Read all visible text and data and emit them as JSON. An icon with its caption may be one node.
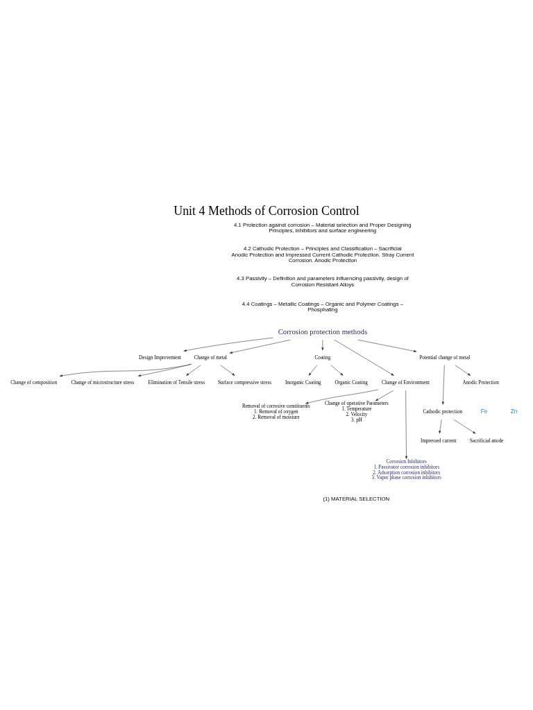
{
  "diagram": {
    "title": "Unit 4 Methods of Corrosion Control",
    "nodes": [
      {
        "text": [
          "Corrosion protection methods"
        ]
      },
      {
        "text": [
          "Design Improvement"
        ]
      },
      {
        "text": [
          "Change of metal"
        ]
      },
      {
        "text": [
          "Change of Environment"
        ]
      },
      {
        "text": [
          "Potential change of metal"
        ]
      },
      {
        "text": [
          "Coating"
        ]
      },
      {
        "text": [
          "Change of composition"
        ]
      },
      {
        "text": [
          "Change of microstructure stress"
        ]
      },
      {
        "text": [
          "Elimination of Tensile stress"
        ]
      },
      {
        "text": [
          "Surface compressive stress"
        ]
      },
      {
        "text": [
          "Anodic Protection"
        ]
      },
      {
        "text": [
          "Cathodic protection"
        ]
      },
      {
        "text": [
          "Sacrificial anode"
        ]
      },
      {
        "text": [
          "Impressed current"
        ]
      },
      {
        "text": [
          "Inorganic Coating"
        ]
      },
      {
        "text": [
          "Organic Coating"
        ]
      },
      {
        "text": [
          "Removal of corrosive constituents",
          "1. Removal of oxygen",
          "2. Removal of moisture"
        ]
      },
      {
        "text": [
          "Corrosion Inhibitors",
          "1. Passivator corrosion inhibitors",
          "2. Adsorption corrosion inhibitors",
          "3. Vapor phase corrosion inhibitors"
        ]
      },
      {
        "text": [
          "Change of operative Parameters",
          "1. Temperature",
          "2. Velocity",
          "3. pH"
        ]
      }
    ],
    "edges": [
      {
        "from": 0,
        "to": 1,
        "arrow": "to"
      },
      {
        "from": 0,
        "to": 2,
        "arrow": "to"
      },
      {
        "from": 0,
        "to": 3,
        "arrow": "to"
      },
      {
        "from": 0,
        "to": 4,
        "arrow": "to"
      },
      {
        "from": 0,
        "to": 5,
        "arrow": "to"
      },
      {
        "from": 2,
        "to": 6,
        "arrow": "to"
      },
      {
        "from": 2,
        "to": 7,
        "arrow": "to"
      },
      {
        "from": 2,
        "to": 8,
        "arrow": "to"
      },
      {
        "from": 2,
        "to": 9,
        "arrow": "to"
      },
      {
        "from": 4,
        "to": 10,
        "arrow": "to"
      },
      {
        "from": 4,
        "to": 11,
        "arrow": "to"
      },
      {
        "from": 11,
        "to": 12,
        "arrow": "to"
      },
      {
        "from": 11,
        "to": 13,
        "arrow": "to"
      },
      {
        "from": 5,
        "to": 14,
        "arrow": "to"
      },
      {
        "from": 5,
        "to": 15,
        "arrow": "to"
      },
      {
        "from": 3,
        "to": 16,
        "arrow": "to"
      },
      {
        "from": 3,
        "to": 17,
        "arrow": "to"
      },
      {
        "from": 3,
        "to": 18,
        "arrow": "to"
      }
    ],
    "labels": [
      "4.1 Protection against corrosion – Material selection and Proper Designing Principles, inhibitors and surface engineering",
      "4.2 Cathodic Protection – Principles and Classification – Sacrificial Anodic Protection and Impressed Current Cathodic Protection. Stray Current Corrosion. Anodic Protection",
      "4.3 Passivity – Definition and parameters influencing passivity, design of Corrosion Resistant Alloys",
      "4.4 Coatings – Metallic Coatings – Organic and Polymer Coatings – Phosphating",
      "Fe",
      "Zn",
      "(1) MATERIAL SELECTION"
    ]
  }
}
